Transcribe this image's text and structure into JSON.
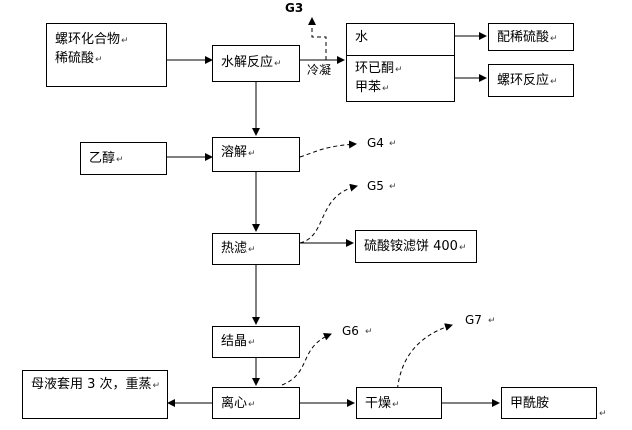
{
  "return_mark": "↵",
  "inputs": {
    "raw_materials": [
      "螺环化合物",
      "稀硫酸"
    ],
    "ethanol": "乙醇"
  },
  "steps": {
    "hydrolysis": "水解反应",
    "dissolve": "溶解",
    "hot_filter": "热滤",
    "crystallize": "结晶",
    "centrifuge": "离心",
    "dry": "干燥"
  },
  "outputs": {
    "water": "水",
    "organics": [
      "环已酮",
      "甲苯"
    ],
    "dilute_acid": "配稀硫酸",
    "spiro_reaction": "螺环反应",
    "filter_cake": "硫酸铵滤饼 400",
    "mother_liquor": "母液套用 3 次，重蒸",
    "product": "甲酰胺"
  },
  "labels": {
    "condense": "冷凝",
    "g3": "G3",
    "g4": "G4",
    "g5": "G5",
    "g6": "G6",
    "g7": "G7"
  }
}
